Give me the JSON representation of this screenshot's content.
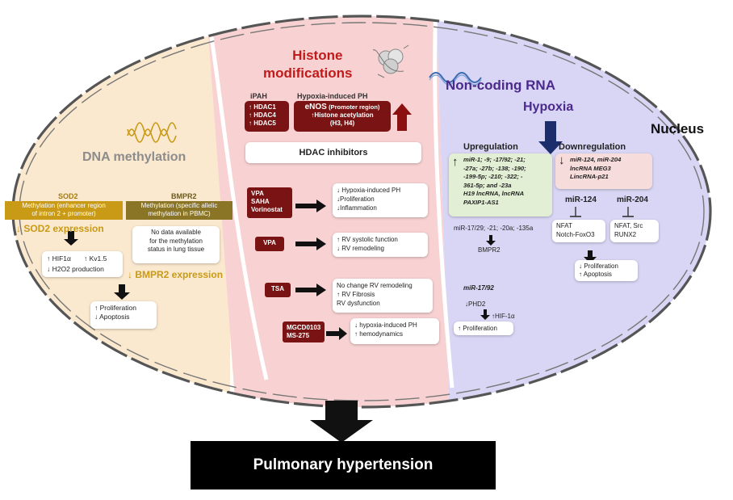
{
  "nucleus_label": "Nucleus",
  "dna_methylation": {
    "title": "DNA methylation",
    "sod2": {
      "name": "SOD2",
      "detail": [
        "Methylation (enhancer region",
        "of intron 2 + promoter)"
      ],
      "expression": "↓ SOD2 expression",
      "effects_left": [
        "↑ HIF1α",
        "↓ H2O2 production"
      ],
      "effects_right": "↑ Kv1.5"
    },
    "bmpr2": {
      "name": "BMPR2",
      "detail": [
        "Methylation (specific allelic",
        "methylation in PBMC)"
      ],
      "note": [
        "No data available",
        "for the methylation",
        "status in lung tissue"
      ],
      "expression": "↓ BMPR2 expression"
    },
    "outcome": [
      "↑ Proliferation",
      "↓ Apoptosis"
    ]
  },
  "histone": {
    "title": [
      "Histone",
      "modifications"
    ],
    "ipah_label": "iPAH",
    "ipah_items": [
      "↑ HDAC1",
      "↑ HDAC4",
      "↑ HDAC5"
    ],
    "hypoxia_label": "Hypoxia-induced PH",
    "enos": "eNOS",
    "enos_sub": "(Promoter region)",
    "enos_detail": [
      "↑Histone acetylation",
      "(H3, H4)"
    ],
    "hdac_inhibitors": "HDAC inhibitors",
    "drugs": [
      {
        "name": [
          "VPA",
          "SAHA",
          "Vorinostat"
        ],
        "effects": [
          "↓ Hypoxia-induced PH",
          "↓Proliferation",
          "↓Inflammation"
        ]
      },
      {
        "name": [
          "VPA"
        ],
        "effects": [
          "↑ RV systolic function",
          "↓ RV remodeling"
        ]
      },
      {
        "name": [
          "TSA"
        ],
        "effects": [
          "No change RV remodeling",
          "↑ RV Fibrosis",
          "RV dysfunction"
        ]
      },
      {
        "name": [
          "MGCD0103",
          "MS-275"
        ],
        "effects": [
          "↓ hypoxia-induced PH",
          "↑ hemodynamics"
        ]
      }
    ]
  },
  "ncrna": {
    "title": "Non-coding RNA",
    "hypoxia": "Hypoxia",
    "up_label": "Upregulation",
    "down_label": "Downregulation",
    "up_list": [
      "miR-1; -9; -17/92; -21;",
      "-27a; -27b; -138; -190;",
      "-199-5p; -210; -322; -",
      "361-5p; and -23a",
      "H19  lncRNA,  lncRNA",
      "PAXIP1-AS1"
    ],
    "down_list": [
      "miR-124, miR-204",
      "lncRNA MEG3",
      "LincRNA-p21"
    ],
    "mir_group": "miR-17/29; -21; -20a; -135a",
    "bmpr2": "BMPR2",
    "mir1792": "miR-17/92",
    "phd2": "↓PHD2",
    "hif": "↑HIF-1α",
    "proliferation": "↑ Proliferation",
    "mir124": "miR-124",
    "mir204": "miR-204",
    "targets124": [
      "NFAT",
      "Notch-FoxO3"
    ],
    "targets204": [
      "NFAT, Src",
      "RUNX2"
    ],
    "outcome": [
      "↓ Proliferation",
      "↑ Apoptosis"
    ]
  },
  "result": "Pulmonary hypertension",
  "colors": {
    "dna_bg": "#fbe9cf",
    "histone_bg": "#f8d2d2",
    "ncrna_bg": "#d9d6f5",
    "dark_red": "#7a1414",
    "gold": "#c89a16",
    "olive": "#8a7425",
    "navy": "#1b2d6b",
    "purple": "#4b2a8c",
    "green_box": "#e3efd4"
  }
}
